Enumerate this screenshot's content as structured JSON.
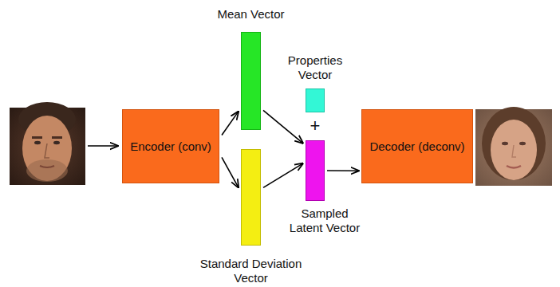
{
  "diagram": {
    "nodes": [
      {
        "text": [
          "Encoder (conv)"
        ]
      },
      {
        "text": [
          "Mean Vector"
        ]
      },
      {
        "text": [
          "Standard Deviation Vector"
        ]
      },
      {
        "text": [
          "Properties Vector"
        ]
      },
      {
        "text": [
          "Sampled Latent Vector"
        ]
      },
      {
        "text": [
          "Decoder (deconv)"
        ]
      }
    ],
    "edges": [
      {
        "from": 0,
        "to": 1,
        "arrow": "to"
      },
      {
        "from": 0,
        "to": 2,
        "arrow": "to"
      },
      {
        "from": 1,
        "to": 4,
        "arrow": "to"
      },
      {
        "from": 2,
        "to": 4,
        "arrow": "to"
      },
      {
        "from": 4,
        "to": 5,
        "arrow": "to"
      }
    ],
    "labels": [
      "+"
    ]
  }
}
